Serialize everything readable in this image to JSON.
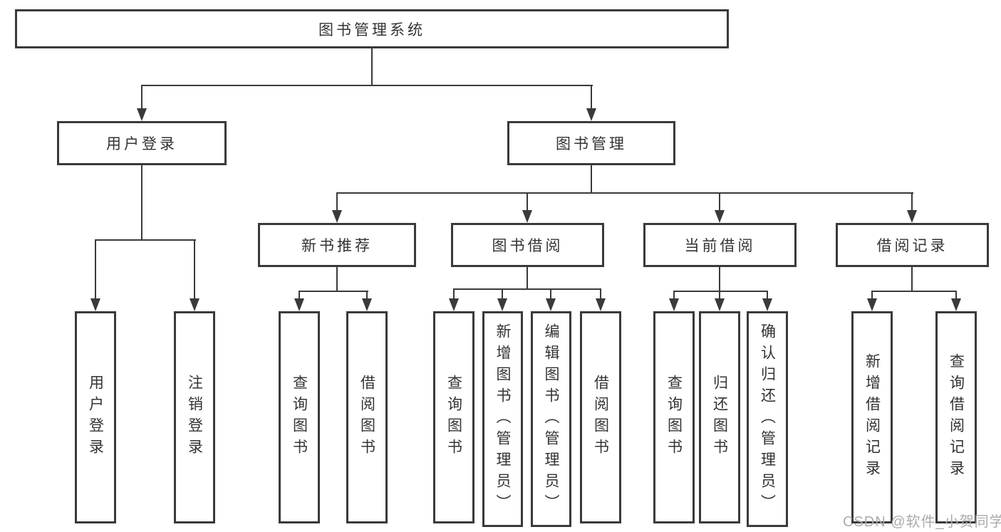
{
  "diagram": {
    "root": {
      "label": "图书管理系统"
    },
    "branches": [
      {
        "label": "用户登录",
        "children": [
          {
            "label": "用户登录"
          },
          {
            "label": "注销登录"
          }
        ]
      },
      {
        "label": "图书管理",
        "children": [
          {
            "label": "新书推荐",
            "children": [
              {
                "label": "查询图书"
              },
              {
                "label": "借阅图书"
              }
            ]
          },
          {
            "label": "图书借阅",
            "children": [
              {
                "label": "查询图书"
              },
              {
                "label": "新增图书（管理员）"
              },
              {
                "label": "编辑图书（管理员）"
              },
              {
                "label": "借阅图书"
              }
            ]
          },
          {
            "label": "当前借阅",
            "children": [
              {
                "label": "查询图书"
              },
              {
                "label": "归还图书"
              },
              {
                "label": "确认归还（管理员）"
              }
            ]
          },
          {
            "label": "借阅记录",
            "children": [
              {
                "label": "新增借阅记录"
              },
              {
                "label": "查询借阅记录"
              }
            ]
          }
        ]
      }
    ]
  },
  "watermark": {
    "text": "CSDN @软件_小贺同学"
  },
  "colors": {
    "line": "#3a3a3a",
    "text": "#333333",
    "box_background": "#ffffff",
    "page_background": "#ffffff",
    "watermark": "#ababab"
  }
}
